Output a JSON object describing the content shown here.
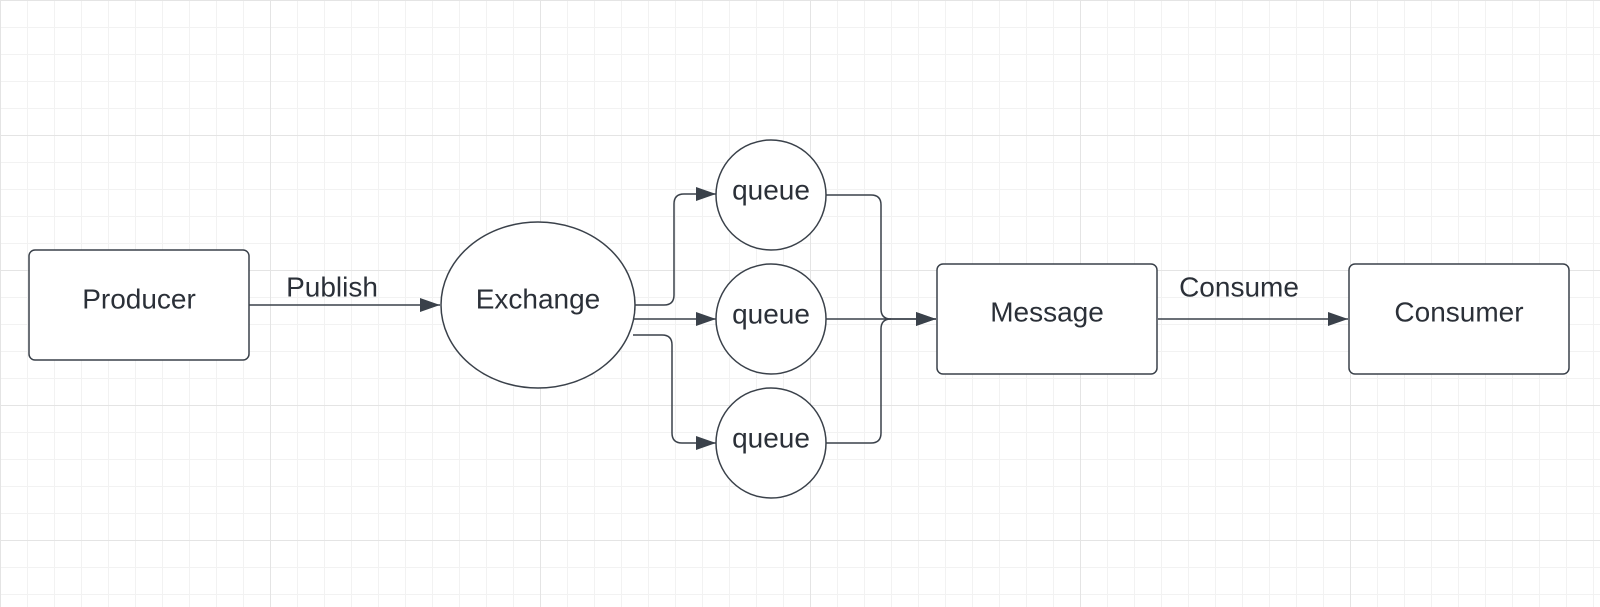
{
  "nodes": {
    "producer": "Producer",
    "exchange": "Exchange",
    "queue_top": "queue",
    "queue_middle": "queue",
    "queue_bottom": "queue",
    "message": "Message",
    "consumer": "Consumer"
  },
  "edges": {
    "publish": "Publish",
    "consume": "Consume"
  },
  "colors": {
    "stroke": "#3a414a",
    "text": "#2b3038",
    "grid": "#e4e4e4"
  }
}
